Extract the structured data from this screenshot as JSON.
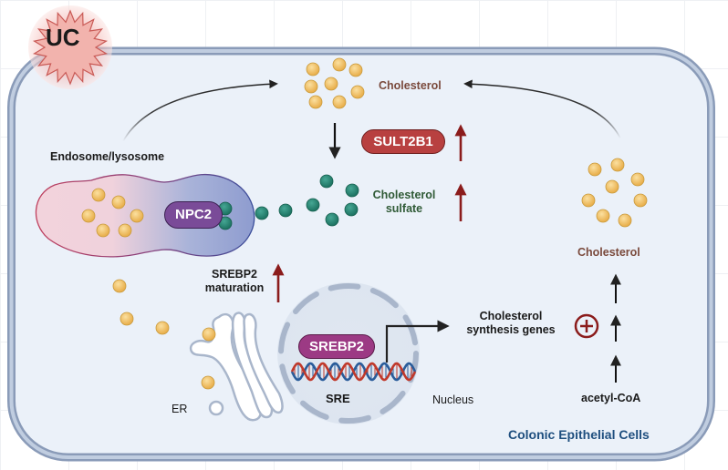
{
  "figure": {
    "condition_badge": "UC",
    "cell_label": "Colonic Epithelial Cells",
    "compartments": {
      "endosome": "Endosome/lysosome",
      "er": "ER",
      "nucleus": "Nucleus"
    },
    "molecules": {
      "cholesterol_top": "Cholesterol",
      "cholesterol_right": "Cholesterol",
      "cholesterol_sulfate": [
        "Cholesterol",
        "sulfate"
      ],
      "acetyl_coa": "acetyl-CoA",
      "synthesis_genes": [
        "Cholesterol",
        "synthesis genes"
      ],
      "srebp2_maturation": [
        "SREBP2",
        "maturation"
      ],
      "sre": "SRE"
    },
    "proteins": {
      "sult2b1": "SULT2B1",
      "npc2": "NPC2",
      "srebp2": "SREBP2"
    },
    "regulation": {
      "sult2b1": "up",
      "cholesterol_sulfate": "up",
      "srebp2_maturation": "up",
      "synthesis_promotion": "plus"
    },
    "colors": {
      "cell_fill": "#ebf1f9",
      "cell_border": "#9aaac4",
      "cholesterol": "#f0c25e",
      "cholesterol_sulfate": "#2a8c7a",
      "sult2b1": "#b84040",
      "npc2": "#7a4b98",
      "srebp2": "#9c3a84",
      "up_arrow": "#8b1c1c",
      "badge": "#e99a96"
    }
  }
}
